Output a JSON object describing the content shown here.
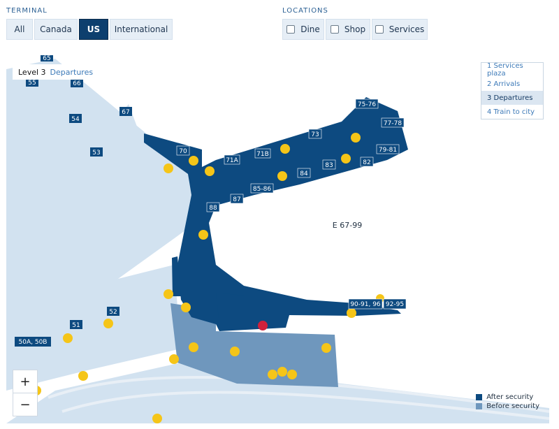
{
  "terminal": {
    "label": "TERMINAL",
    "buttons": [
      {
        "label": "All",
        "active": false
      },
      {
        "label": "Canada",
        "active": false
      },
      {
        "label": "US",
        "active": true
      },
      {
        "label": "International",
        "active": false
      }
    ]
  },
  "locations": {
    "label": "LOCATIONS",
    "filters": [
      {
        "label": "Dine",
        "checked": false
      },
      {
        "label": "Shop",
        "checked": false
      },
      {
        "label": "Services",
        "checked": false
      }
    ]
  },
  "map": {
    "level": "Level 3",
    "view": "Departures",
    "area_label": "E 67-99",
    "levels": [
      {
        "label": "1  Services plaza",
        "active": false
      },
      {
        "label": "2  Arrivals",
        "active": false
      },
      {
        "label": "3  Departures",
        "active": true
      },
      {
        "label": "4  Train to city",
        "active": false
      }
    ],
    "zoom_in": "+",
    "zoom_out": "−",
    "legend": [
      {
        "label": "After security",
        "color": "#0d4a80"
      },
      {
        "label": "Before security",
        "color": "#6f97bd"
      }
    ],
    "gates_before": [
      "65",
      "55",
      "66",
      "54",
      "67",
      "53",
      "52",
      "51",
      "50A, 50B"
    ],
    "gates_after": [
      "70",
      "71A",
      "71B",
      "73",
      "75-76",
      "77-78",
      "79-81",
      "82",
      "83",
      "84",
      "85-86",
      "87",
      "88",
      "90-91, 96",
      "92-95"
    ],
    "colors": {
      "after_security": "#0d4a80",
      "before_security": "#6f97bd",
      "public": "#d2e2f0",
      "icon": "#f5c518",
      "alert": "#d0213c"
    }
  }
}
